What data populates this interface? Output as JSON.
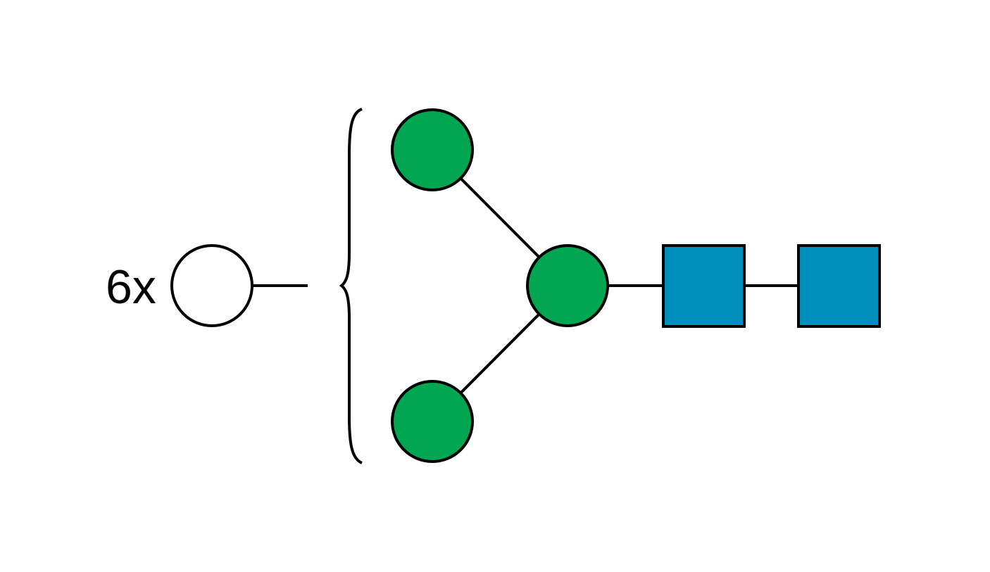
{
  "diagram": {
    "type": "glycan-structure",
    "antenna_multiplier": "6x",
    "colors": {
      "mannose": "#00A651",
      "glcnac": "#0090BC",
      "undefined_hexose": "#FFFFFF",
      "outline": "#000000"
    },
    "antenna_residue": {
      "shape": "circle",
      "color_key": "undefined_hexose"
    },
    "core": {
      "branch_mannose_upper": {
        "shape": "circle",
        "color_key": "mannose"
      },
      "branch_mannose_lower": {
        "shape": "circle",
        "color_key": "mannose"
      },
      "central_mannose": {
        "shape": "circle",
        "color_key": "mannose"
      },
      "glcnac_1": {
        "shape": "square",
        "color_key": "glcnac"
      },
      "glcnac_2": {
        "shape": "square",
        "color_key": "glcnac"
      }
    }
  }
}
